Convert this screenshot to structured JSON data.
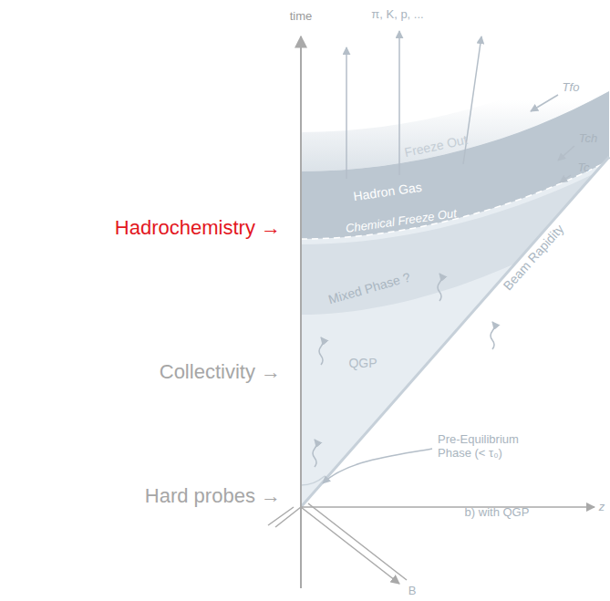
{
  "diagram": {
    "labels": [
      "Hadrochemistry →",
      "Collectivity →",
      "Hard probes →",
      "time",
      "π, K, p, ...",
      "Tfo",
      "Tch",
      "Tc",
      "Freeze Out",
      "Hadron Gas",
      "Chemical Freeze Out",
      "Mixed Phase ?",
      "Beam Rapidity",
      "QGP",
      "Pre-Equilibrium Phase (< τ₀)",
      "b) with QGP",
      "B",
      "z"
    ]
  }
}
